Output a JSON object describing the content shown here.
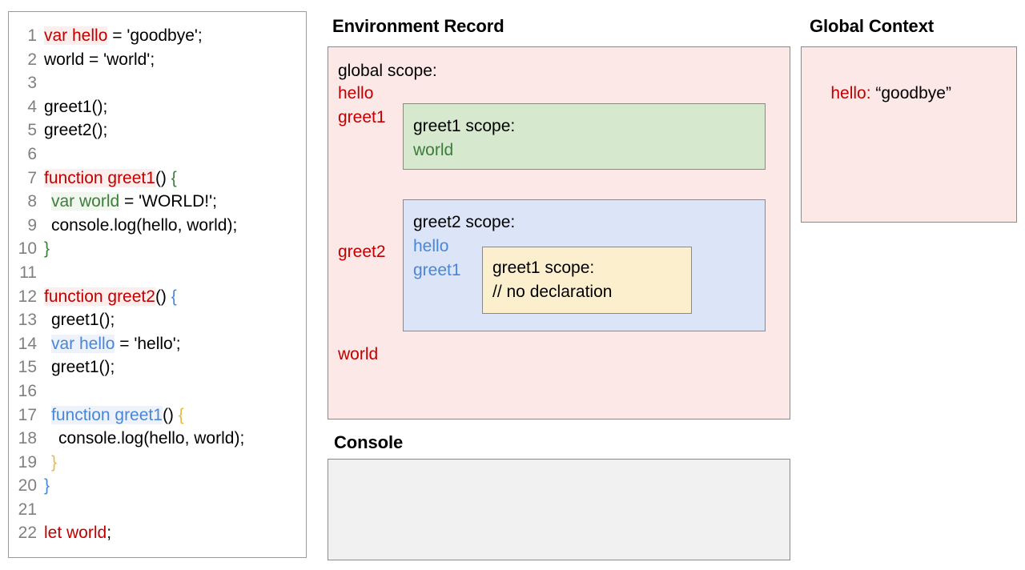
{
  "code_panel": {
    "name": "javascript-source-code",
    "lines": [
      {
        "num": "1",
        "indent": 0,
        "tokens": [
          {
            "t": "var hello",
            "c": "red"
          },
          {
            "t": " = 'goodbye';",
            "c": "black"
          }
        ]
      },
      {
        "num": "2",
        "indent": 0,
        "tokens": [
          {
            "t": "world = 'world';",
            "c": "black"
          }
        ]
      },
      {
        "num": "3",
        "indent": 0,
        "tokens": [
          {
            "t": "",
            "c": "black"
          }
        ]
      },
      {
        "num": "4",
        "indent": 0,
        "tokens": [
          {
            "t": "greet1();",
            "c": "black"
          }
        ]
      },
      {
        "num": "5",
        "indent": 0,
        "tokens": [
          {
            "t": "greet2();",
            "c": "black"
          }
        ]
      },
      {
        "num": "6",
        "indent": 0,
        "tokens": [
          {
            "t": "",
            "c": "black"
          }
        ]
      },
      {
        "num": "7",
        "indent": 0,
        "tokens": [
          {
            "t": "function greet1",
            "c": "red"
          },
          {
            "t": "() ",
            "c": "black"
          },
          {
            "t": "{",
            "c": "greendk"
          }
        ]
      },
      {
        "num": "8",
        "indent": 1,
        "tokens": [
          {
            "t": "var world",
            "c": "green"
          },
          {
            "t": " = 'WORLD!';",
            "c": "black"
          }
        ]
      },
      {
        "num": "9",
        "indent": 1,
        "tokens": [
          {
            "t": "console.log(hello, world);",
            "c": "black"
          }
        ]
      },
      {
        "num": "10",
        "indent": 0,
        "tokens": [
          {
            "t": "}",
            "c": "greendk"
          }
        ]
      },
      {
        "num": "11",
        "indent": 0,
        "tokens": [
          {
            "t": "",
            "c": "black"
          }
        ]
      },
      {
        "num": "12",
        "indent": 0,
        "tokens": [
          {
            "t": "function greet2",
            "c": "red"
          },
          {
            "t": "() ",
            "c": "black"
          },
          {
            "t": "{",
            "c": "bluedk"
          }
        ]
      },
      {
        "num": "13",
        "indent": 1,
        "tokens": [
          {
            "t": "greet1();",
            "c": "black"
          }
        ]
      },
      {
        "num": "14",
        "indent": 1,
        "tokens": [
          {
            "t": "var hello",
            "c": "blue"
          },
          {
            "t": " = 'hello';",
            "c": "black"
          }
        ]
      },
      {
        "num": "15",
        "indent": 1,
        "tokens": [
          {
            "t": "greet1();",
            "c": "black"
          }
        ]
      },
      {
        "num": "16",
        "indent": 0,
        "tokens": [
          {
            "t": "",
            "c": "black"
          }
        ]
      },
      {
        "num": "17",
        "indent": 1,
        "tokens": [
          {
            "t": "function greet1",
            "c": "blue"
          },
          {
            "t": "() ",
            "c": "black"
          },
          {
            "t": "{",
            "c": "gold"
          }
        ]
      },
      {
        "num": "18",
        "indent": 2,
        "tokens": [
          {
            "t": "console.log(hello, world);",
            "c": "black"
          }
        ]
      },
      {
        "num": "19",
        "indent": 1,
        "tokens": [
          {
            "t": "}",
            "c": "gold"
          }
        ]
      },
      {
        "num": "20",
        "indent": 0,
        "tokens": [
          {
            "t": "}",
            "c": "bluedk"
          }
        ]
      },
      {
        "num": "21",
        "indent": 0,
        "tokens": [
          {
            "t": "",
            "c": "black"
          }
        ]
      },
      {
        "num": "22",
        "indent": 0,
        "tokens": [
          {
            "t": "let world",
            "c": "darkred"
          },
          {
            "t": ";",
            "c": "black"
          }
        ]
      }
    ]
  },
  "environment_record": {
    "title": "Environment Record",
    "global_scope": {
      "heading": "global scope:",
      "bindings": [
        "hello",
        "greet1",
        "greet2",
        "world"
      ]
    },
    "greet1_scope": {
      "heading": "greet1 scope:",
      "bindings": [
        "world"
      ]
    },
    "greet2_scope": {
      "heading": "greet2 scope:",
      "bindings": [
        "hello",
        "greet1"
      ]
    },
    "greet1_nested_scope": {
      "heading": "greet1 scope:",
      "note": "// no declaration"
    }
  },
  "console": {
    "title": "Console",
    "output": ""
  },
  "global_context": {
    "title": "Global Context",
    "entries": [
      {
        "key": "hello:",
        "value": " “goodbye”"
      }
    ]
  },
  "colors": {
    "pink_box": "#fce8e6",
    "green_box": "#d6e8cd",
    "blue_box": "#dbe5f7",
    "yellow_box": "#fcefcd",
    "console_box": "#f1f1f1",
    "red_text": "#c00000",
    "green_text": "#3c7d3c",
    "blue_text": "#4a86d8",
    "gold_text": "#e8b84a",
    "line_number": "#808080",
    "border": "#8a8a8a"
  }
}
